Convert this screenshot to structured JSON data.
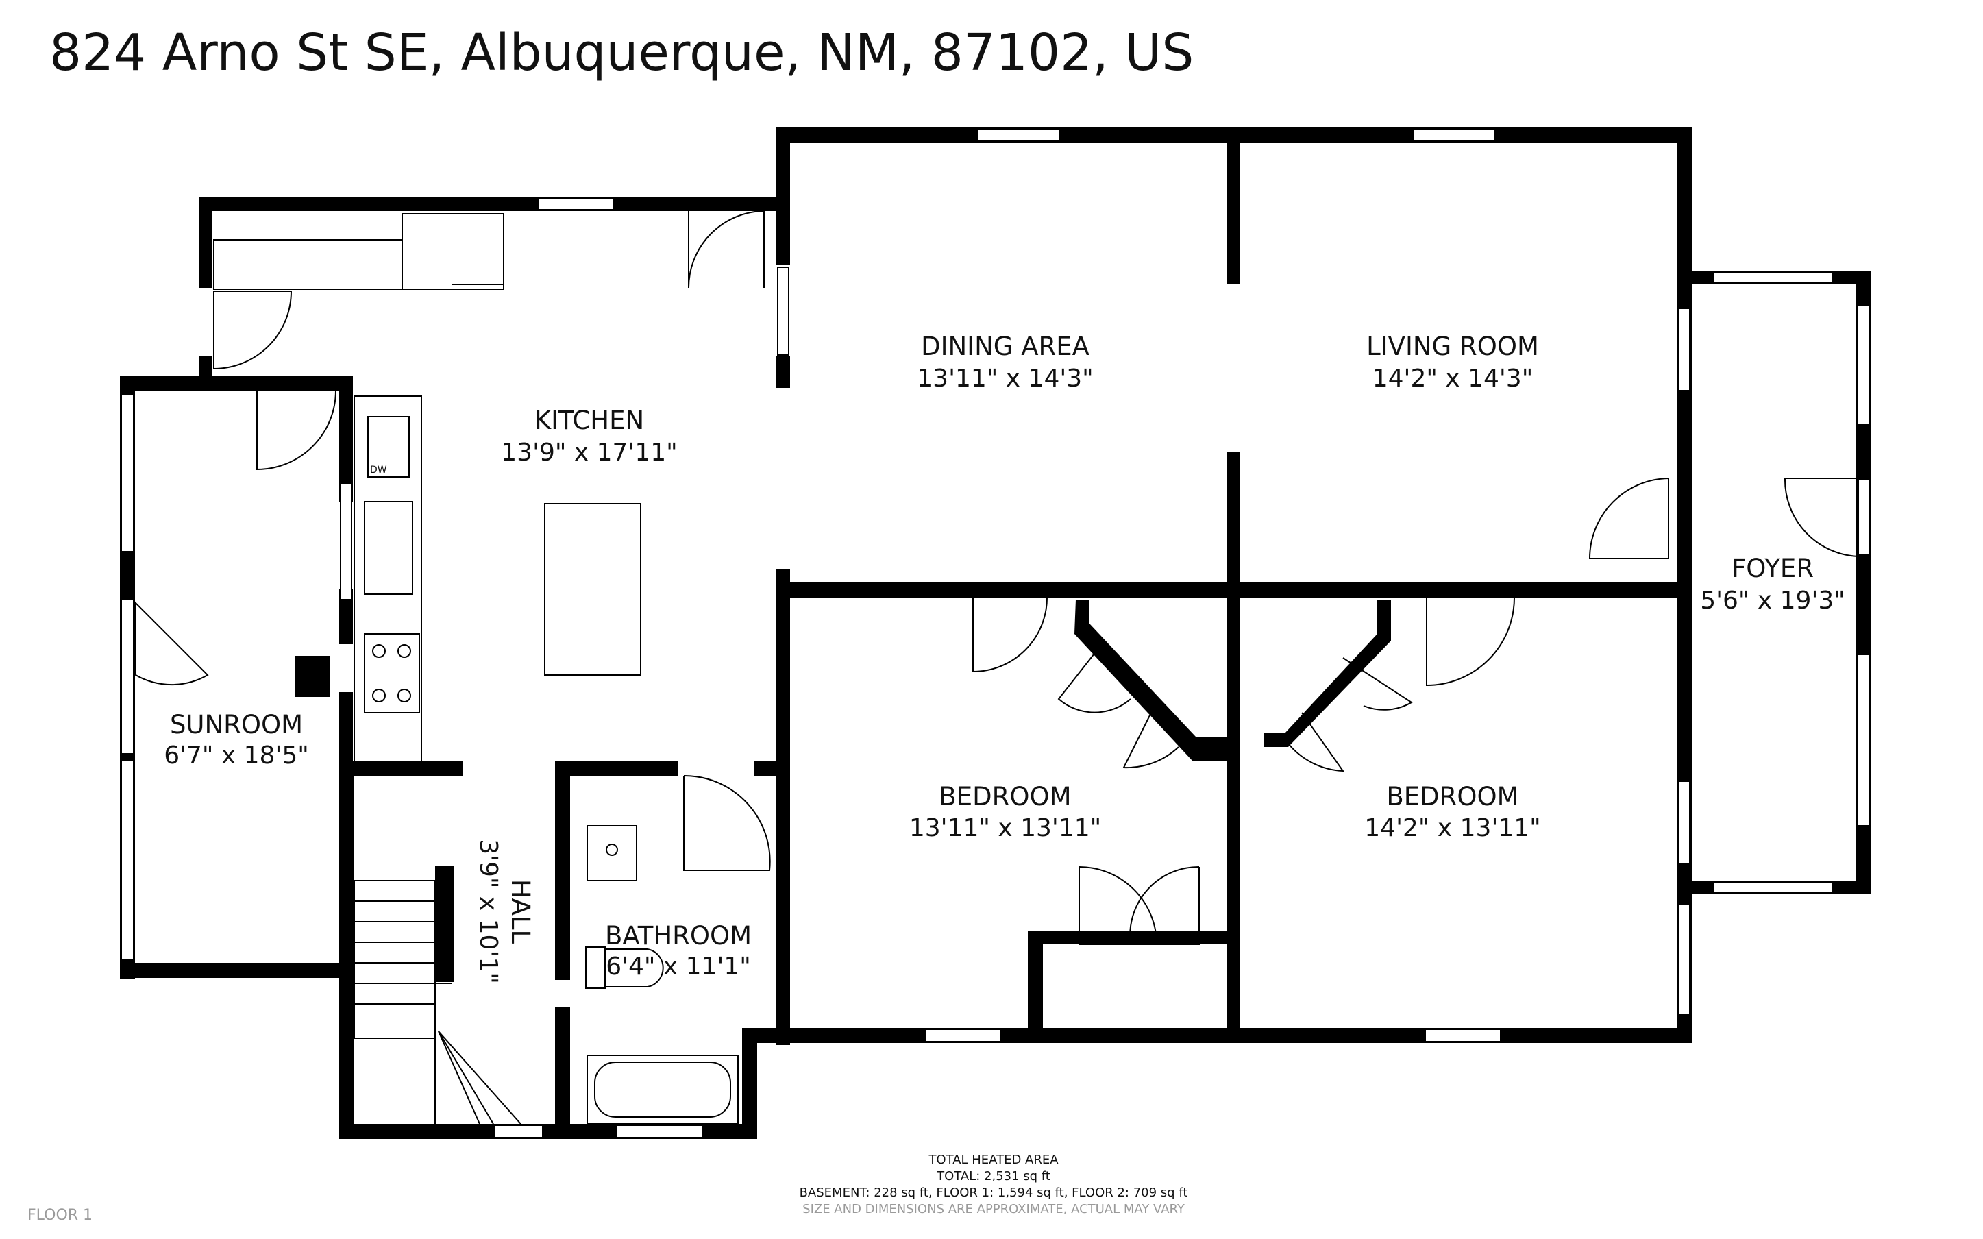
{
  "title": "824 Arno St SE, Albuquerque, NM, 87102, US",
  "floor_label": "FLOOR 1",
  "rooms": {
    "kitchen": {
      "name": "KITCHEN",
      "dims": "13'9\" x 17'11\""
    },
    "dining": {
      "name": "DINING AREA",
      "dims": "13'11\" x 14'3\""
    },
    "living": {
      "name": "LIVING ROOM",
      "dims": "14'2\" x 14'3\""
    },
    "sunroom": {
      "name": "SUNROOM",
      "dims": "6'7\" x 18'5\""
    },
    "foyer": {
      "name": "FOYER",
      "dims": "5'6\" x 19'3\""
    },
    "bedroom1": {
      "name": "BEDROOM",
      "dims": "13'11\" x 13'11\""
    },
    "bedroom2": {
      "name": "BEDROOM",
      "dims": "14'2\" x 13'11\""
    },
    "bathroom": {
      "name": "BATHROOM",
      "dims": "6'4\" x 11'1\""
    },
    "hall": {
      "name": "HALL",
      "dims": "3'9\" x 10'1\""
    }
  },
  "appliance_labels": {
    "dishwasher": "DW"
  },
  "footer": {
    "line1": "TOTAL HEATED AREA",
    "line2": "TOTAL: 2,531 sq ft",
    "line3": "BASEMENT: 228 sq ft, FLOOR 1: 1,594 sq ft, FLOOR 2: 709 sq ft",
    "line4": "SIZE AND DIMENSIONS ARE APPROXIMATE, ACTUAL MAY VARY"
  },
  "colors": {
    "wall": "#000000",
    "background": "#ffffff",
    "muted_text": "#9a9a9a"
  }
}
